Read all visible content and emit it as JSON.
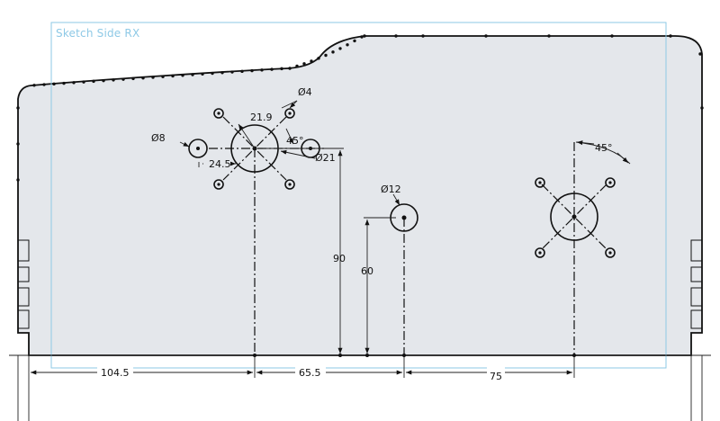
{
  "sketch": {
    "title": "Sketch  Side RX",
    "colors": {
      "fill": "#e4e7eb",
      "frame": "#8ec9e6",
      "line": "#111111",
      "text": "#111111"
    }
  },
  "dimensions": {
    "dia_8": "Ø8",
    "dia_4": "Ø4",
    "dia_21": "Ø21",
    "dia_12": "Ø12",
    "len_21_9": "21.9",
    "len_24_5": "24.5",
    "angle_45_left": "45°",
    "angle_45_right": "45°",
    "height_90": "90",
    "height_60": "60",
    "base_104_5": "104.5",
    "base_65_5": "65.5",
    "base_75": "75"
  }
}
